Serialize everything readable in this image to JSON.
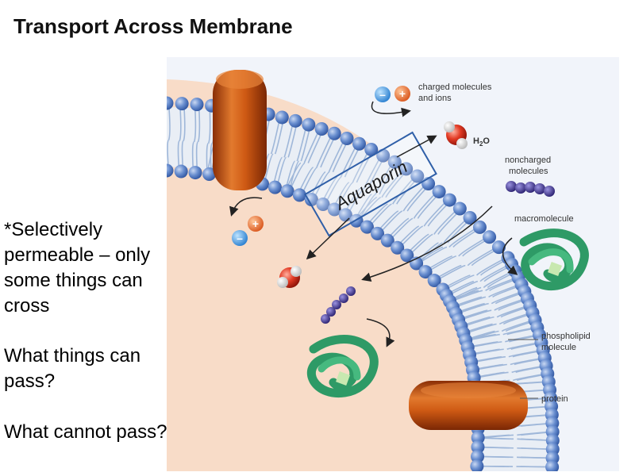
{
  "slide": {
    "title": "Transport Across Membrane",
    "notes": {
      "selective": "*Selectively permeable – only some things can cross",
      "what_can_pass": "What things can pass?",
      "what_cannot_pass": "What cannot pass?"
    }
  },
  "figure": {
    "labels": {
      "charged": [
        "charged molecules",
        "and ions"
      ],
      "water": "H",
      "water_sub": "2",
      "water_end": "O",
      "noncharged": [
        "noncharged",
        "molecules"
      ],
      "macromolecule": "macromolecule",
      "phospholipid": [
        "phospholipid",
        "molecule"
      ],
      "protein": "protein",
      "aquaporin": "Aquaporin"
    },
    "ion_signs": {
      "minus": "–",
      "plus": "+"
    },
    "colors": {
      "cell_interior": "#f8dcc8",
      "outside": "#f1f4fa",
      "lipid_head": "#5b83c7",
      "protein": "#c9520f",
      "macromolecule": "#2e9a66",
      "chain": "#3a2f8a",
      "aquaporin_box": "#7a9ed6"
    }
  }
}
